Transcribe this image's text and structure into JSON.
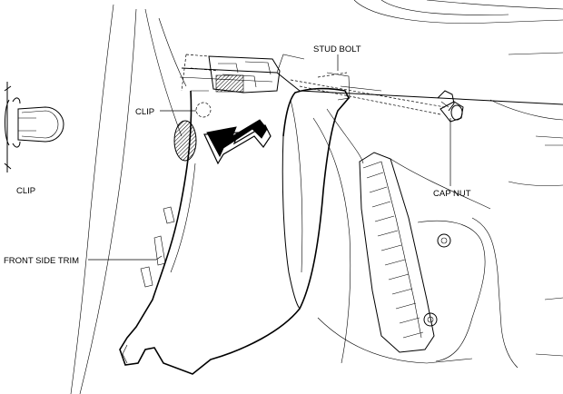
{
  "labels": {
    "stud_bolt": "STUD BOLT",
    "clip_inner": "CLIP",
    "clip_detail": "CLIP",
    "front_side_trim": "FRONT SIDE TRIM",
    "cap_nut": "CAP NUT"
  },
  "colors": {
    "line": "#000000",
    "hatch": "#000000",
    "background": "#ffffff"
  },
  "icons": {
    "removal_arrow": "removal-direction-arrow-icon",
    "clip_part": "clip-detail-icon",
    "cap_nut_part": "cap-nut-icon"
  }
}
